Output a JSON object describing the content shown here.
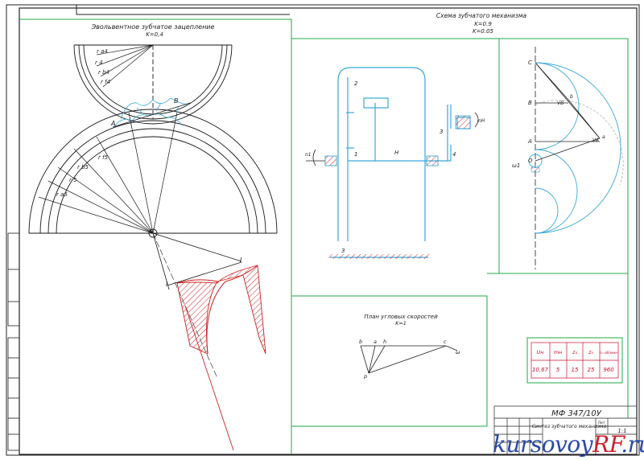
{
  "titles": {
    "gear_mesh": "Эвольвентное зубчатое зацепление",
    "gear_mesh_scale": "K=0,4",
    "mechanism_scheme": "Схема зубчатого механизма",
    "mechanism_scale_1": "K=0.9",
    "mechanism_scale_2": "K=0.05",
    "velocity_plan": "План угловых скоростей",
    "velocity_scale": "K=1"
  },
  "gear_labels": {
    "r_a4": "r a4",
    "r_4": "r 4",
    "r_b4": "r b4",
    "r_f4": "r f4",
    "r_f5": "r f5",
    "r_b5": "r b5",
    "r_5": "r 5",
    "r_a5": "r a5",
    "A": "A",
    "B": "B",
    "cut_left": "I",
    "cut_right": "I"
  },
  "scheme_labels": {
    "n1": "2",
    "n2": "1",
    "n3": "H",
    "n4": "3",
    "n5": "4",
    "n6": "3",
    "w_in": "n1",
    "w_out": "nH"
  },
  "velocity_triangle": {
    "C": "C",
    "B": "B",
    "A": "A",
    "O": "O",
    "Vb": "VB",
    "Va": "VA",
    "b": "b",
    "a": "a",
    "w": "ω1"
  },
  "velocity_plan_labels": {
    "b": "b",
    "a": "a",
    "h": "h",
    "c": "c",
    "p": "p",
    "w": "ω"
  },
  "params_table": {
    "headers": [
      "Uн",
      "mн",
      "z₄",
      "z₅",
      "nₙ об/мин"
    ],
    "values": [
      "10,67",
      "5",
      "15",
      "25",
      "960"
    ]
  },
  "title_block": {
    "doc_code": "МФ 347/10У",
    "name": "Синтез зубчатого механизма",
    "scale": "1:1",
    "sheet": "Лит"
  },
  "watermark": {
    "part1": "kursovoy",
    "part2": "RF",
    "part3": ".ru"
  },
  "colors": {
    "gear": "#1a1a1a",
    "frame": "#22aa44",
    "scheme": "#3aa8d8",
    "hatch": "#cc2222",
    "table": "#cc1133"
  }
}
